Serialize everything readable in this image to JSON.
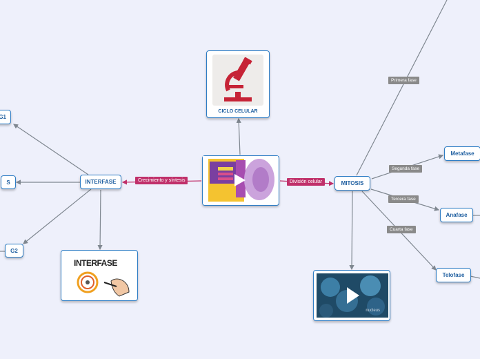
{
  "center": {
    "play_icon": "play-icon"
  },
  "ciclo": {
    "label": "CICLO CELULAR",
    "icon": "microscope-icon",
    "accent": "#c62336"
  },
  "interfase": {
    "label": "INTERFASE"
  },
  "mitosis": {
    "label": "MITOSIS"
  },
  "g1": {
    "label": "G1"
  },
  "s": {
    "label": "S"
  },
  "g2": {
    "label": "G2"
  },
  "interfase_image": {
    "title": "INTERFASE"
  },
  "video": {
    "watermark": "nucleus"
  },
  "links": {
    "crecimiento": "Crecimiento y síntesis",
    "division": "División celular",
    "primera": "Primera fase",
    "segunda": "Segunda fase",
    "tercera": "Tercera fase",
    "cuarta": "Cuarta fase"
  },
  "phases": {
    "metafase": "Metafase",
    "anafase": "Anafase",
    "telofase": "Telofase"
  },
  "colors": {
    "background": "#eef0fb",
    "node_border": "#2e7dc5",
    "link_red": "#c0306a",
    "link_grey": "#8a8a8a"
  }
}
